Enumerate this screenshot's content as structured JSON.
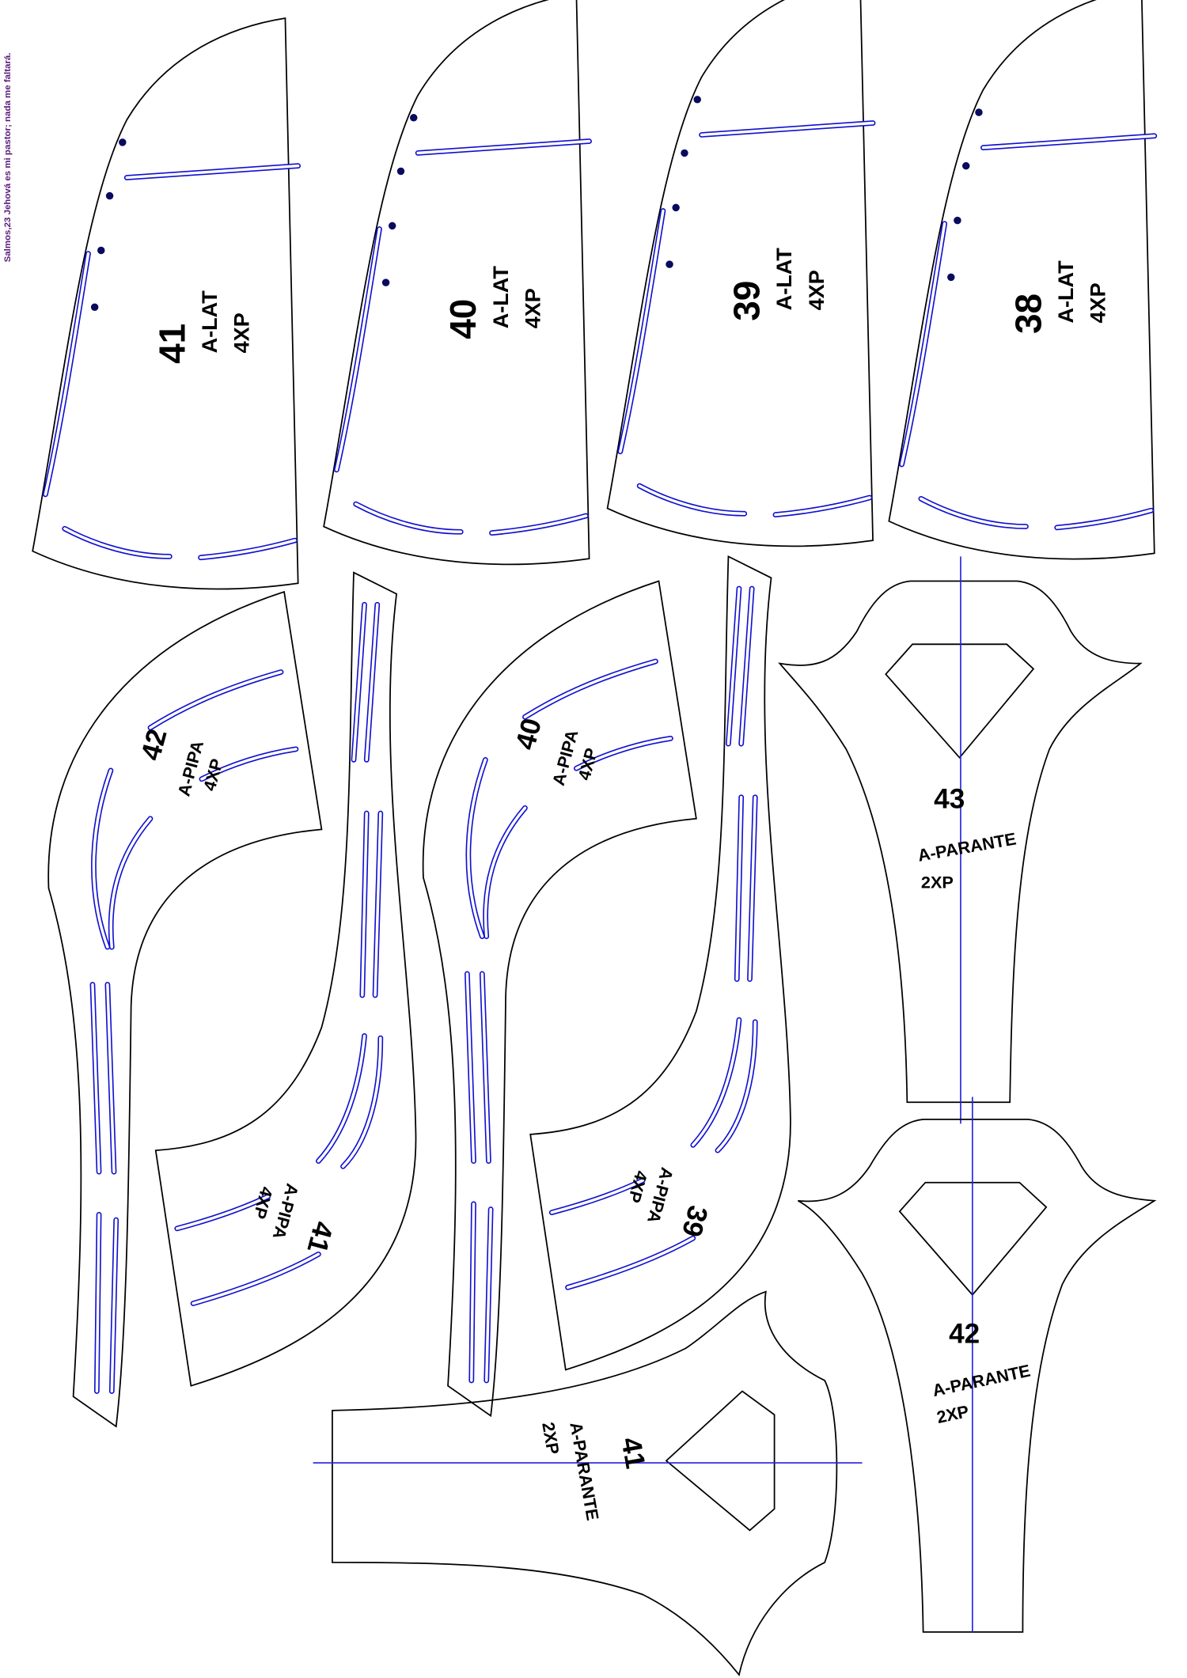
{
  "verse": "Salmos,23 Jehová es mi pastor; nada me faltará.",
  "colors": {
    "outline": "#000000",
    "slot": "#1010d0",
    "dot": "#0a0a60",
    "verse": "#5a1a7a"
  },
  "alat": [
    {
      "size": "41",
      "name": "A-LAT",
      "qty": "4XP"
    },
    {
      "size": "40",
      "name": "A-LAT",
      "qty": "4XP"
    },
    {
      "size": "39",
      "name": "A-LAT",
      "qty": "4XP"
    },
    {
      "size": "38",
      "name": "A-LAT",
      "qty": "4XP"
    }
  ],
  "apipa": [
    {
      "size": "42",
      "name": "A-PIPA",
      "qty": "4XP"
    },
    {
      "size": "41",
      "name": "A-PIPA",
      "qty": "4XP"
    },
    {
      "size": "40",
      "name": "A-PIPA",
      "qty": "4XP"
    },
    {
      "size": "39",
      "name": "A-PIPA",
      "qty": "4XP"
    }
  ],
  "aparante": [
    {
      "size": "43",
      "name": "A-PARANTE",
      "qty": "2XP"
    },
    {
      "size": "42",
      "name": "A-PARANTE",
      "qty": "2XP"
    },
    {
      "size": "41",
      "name": "A-PARANTE",
      "qty": "2XP"
    }
  ]
}
